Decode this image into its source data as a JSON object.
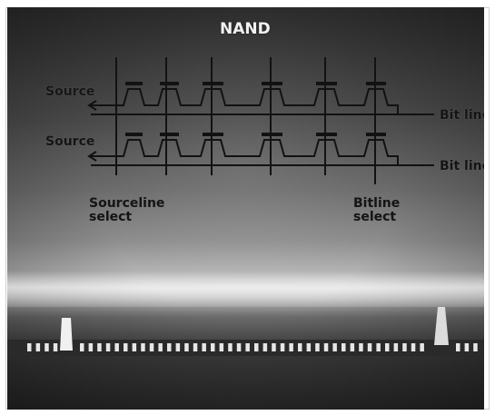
{
  "figure": {
    "title": "NAND",
    "rows": [
      {
        "source_label": "Source",
        "bitline_label": "Bit line"
      },
      {
        "source_label": "Source",
        "bitline_label": "Bit line"
      }
    ],
    "sourceline_select_label": "Sourceline\nselect",
    "bitline_select_label": "Bitline\nselect"
  },
  "colors": {
    "background_dark": "#2b2b2b",
    "background_light": "#d6d6d6",
    "ink": "#141414"
  }
}
